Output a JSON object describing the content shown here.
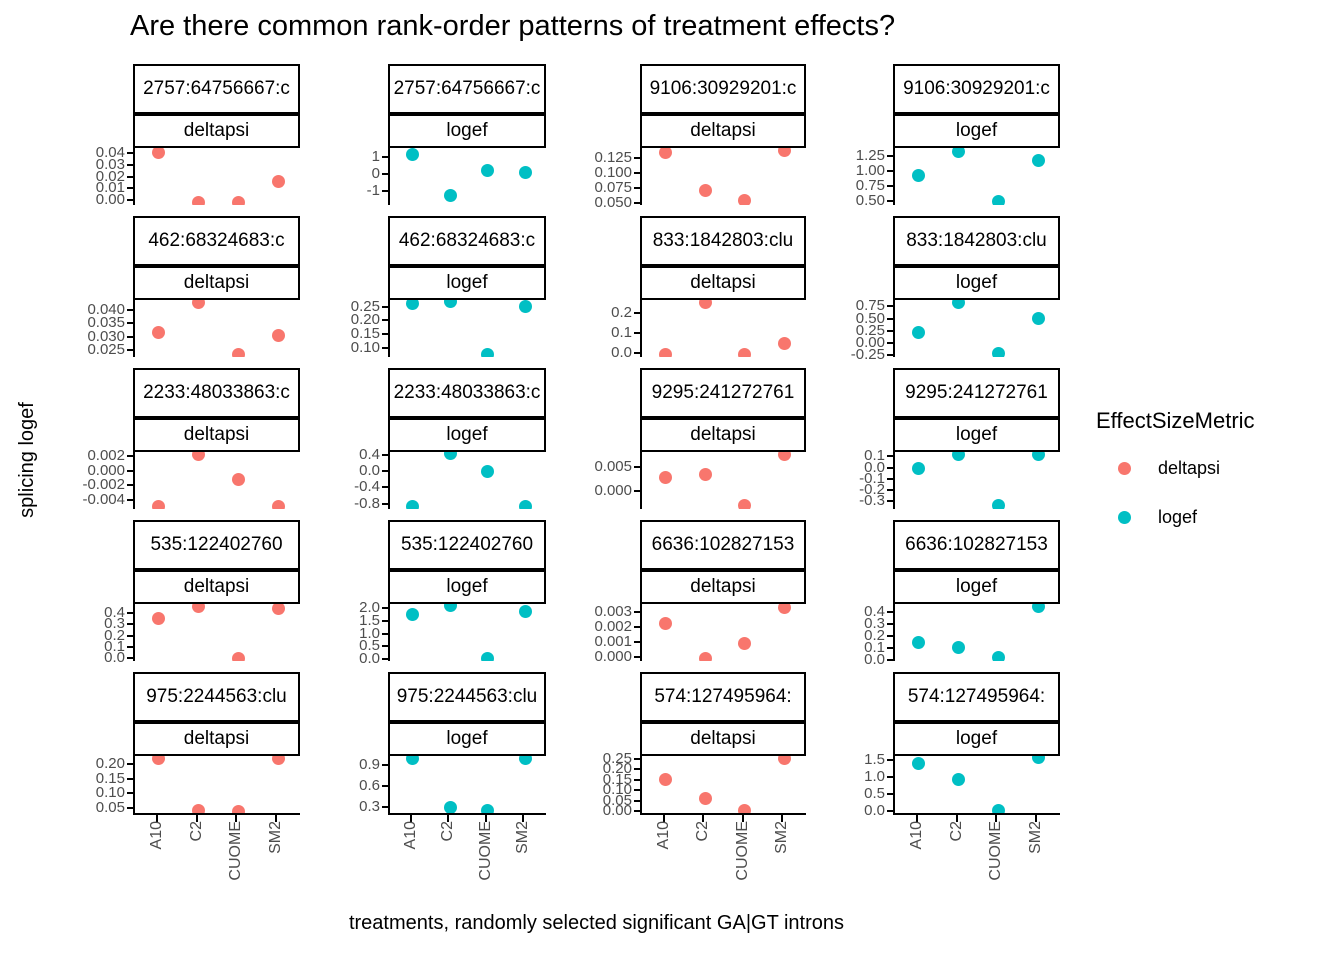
{
  "title": "Are there common rank-order patterns of treatment effects?",
  "axes": {
    "x_title": "treatments, randomly selected significant GA|GT introns",
    "y_title": "splicing logef",
    "x_tick_labels": [
      "A10",
      "C2",
      "CUOME",
      "SM2"
    ]
  },
  "legend": {
    "title": "EffectSizeMetric",
    "items": [
      {
        "label": "deltapsi",
        "color": "#F8766D"
      },
      {
        "label": "logef",
        "color": "#00BFC4"
      }
    ]
  },
  "colors": {
    "deltapsi": "#F8766D",
    "logef": "#00BFC4",
    "axis_text": "#4D4D4D",
    "axis_line": "#000000"
  },
  "chart_data": {
    "type": "scatter",
    "title": "Are there common rank-order patterns of treatment effects?",
    "xlabel": "treatments, randomly selected significant GA|GT introns",
    "ylabel": "splicing logef",
    "legend_title": "EffectSizeMetric",
    "legend_position": "right",
    "grid": false,
    "facet_layout": {
      "rows": 5,
      "cols": 4
    },
    "x_categories": [
      "A10",
      "C2",
      "CUOME",
      "SM2"
    ],
    "series_colors": {
      "deltapsi": "#F8766D",
      "logef": "#00BFC4"
    },
    "facets": [
      {
        "intron": "2757:64756667:c",
        "metric": "deltapsi",
        "ytick_labels": [
          "0.04",
          "0.03",
          "0.02",
          "0.01",
          "0.00"
        ],
        "ylim": [
          -0.004,
          0.044
        ],
        "values": [
          0.0405,
          -0.002,
          -0.002,
          0.016
        ]
      },
      {
        "intron": "2757:64756667:c",
        "metric": "logef",
        "ytick_labels": [
          "1",
          "0",
          "-1"
        ],
        "ylim": [
          -1.8,
          1.5
        ],
        "values": [
          1.1,
          -1.25,
          0.18,
          0.06
        ]
      },
      {
        "intron": "9106:30929201:c",
        "metric": "deltapsi",
        "ytick_labels": [
          "0.125",
          "0.100",
          "0.075",
          "0.050"
        ],
        "ylim": [
          0.046,
          0.142
        ],
        "values": [
          0.135,
          0.071,
          0.054,
          0.137
        ]
      },
      {
        "intron": "9106:30929201:c",
        "metric": "logef",
        "ytick_labels": [
          "1.25",
          "1.00",
          "0.75",
          "0.50"
        ],
        "ylim": [
          0.44,
          1.38
        ],
        "values": [
          0.93,
          1.33,
          0.49,
          1.17
        ]
      },
      {
        "intron": "462:68324683:c",
        "metric": "deltapsi",
        "ytick_labels": [
          "0.040",
          "0.035",
          "0.030",
          "0.025"
        ],
        "ylim": [
          0.0225,
          0.0435
        ],
        "values": [
          0.0315,
          0.0425,
          0.0235,
          0.0305
        ]
      },
      {
        "intron": "462:68324683:c",
        "metric": "logef",
        "ytick_labels": [
          "0.25",
          "0.20",
          "0.15",
          "0.10"
        ],
        "ylim": [
          0.065,
          0.275
        ],
        "values": [
          0.262,
          0.268,
          0.073,
          0.252
        ]
      },
      {
        "intron": "833:1842803:clu",
        "metric": "deltapsi",
        "ytick_labels": [
          "0.2",
          "0.1",
          "0.0"
        ],
        "ylim": [
          -0.02,
          0.265
        ],
        "values": [
          -0.008,
          0.255,
          -0.008,
          0.05
        ]
      },
      {
        "intron": "833:1842803:clu",
        "metric": "logef",
        "ytick_labels": [
          "0.75",
          "0.50",
          "0.25",
          "0.00",
          "-0.25"
        ],
        "ylim": [
          -0.29,
          0.88
        ],
        "values": [
          0.21,
          0.83,
          -0.21,
          0.5
        ]
      },
      {
        "intron": "2233:48033863:c",
        "metric": "deltapsi",
        "ytick_labels": [
          "0.002",
          "0.000",
          "-0.002",
          "-0.004"
        ],
        "ylim": [
          -0.0052,
          0.0025
        ],
        "values": [
          -0.0049,
          0.0022,
          -0.0012,
          -0.0049
        ]
      },
      {
        "intron": "2233:48033863:c",
        "metric": "logef",
        "ytick_labels": [
          "0.4",
          "0.0",
          "-0.4",
          "-0.8"
        ],
        "ylim": [
          -0.93,
          0.47
        ],
        "values": [
          -0.87,
          0.43,
          -0.02,
          -0.87
        ]
      },
      {
        "intron": "9295:241272761",
        "metric": "deltapsi",
        "ytick_labels": [
          "0.005",
          "0.000"
        ],
        "ylim": [
          -0.0038,
          0.0082
        ],
        "values": [
          0.0029,
          0.0035,
          -0.0031,
          0.0076
        ]
      },
      {
        "intron": "9295:241272761",
        "metric": "logef",
        "ytick_labels": [
          "0.1",
          "0.0",
          "-0.1",
          "-0.2",
          "-0.3"
        ],
        "ylim": [
          -0.37,
          0.14
        ],
        "values": [
          -0.01,
          0.12,
          -0.335,
          0.12
        ]
      },
      {
        "intron": "535:122402760",
        "metric": "deltapsi",
        "ytick_labels": [
          "0.4",
          "0.3",
          "0.2",
          "0.1",
          "0.0"
        ],
        "ylim": [
          -0.025,
          0.48
        ],
        "values": [
          0.35,
          0.46,
          0.0,
          0.44
        ]
      },
      {
        "intron": "535:122402760",
        "metric": "logef",
        "ytick_labels": [
          "2.0",
          "1.5",
          "1.0",
          "0.5",
          "0.0"
        ],
        "ylim": [
          -0.07,
          2.16
        ],
        "values": [
          1.75,
          2.1,
          0.03,
          1.85
        ]
      },
      {
        "intron": "6636:102827153",
        "metric": "deltapsi",
        "ytick_labels": [
          "0.003",
          "0.002",
          "0.001",
          "0.000"
        ],
        "ylim": [
          -0.0003,
          0.0035
        ],
        "values": [
          0.0022,
          -0.0001,
          0.0009,
          0.0033
        ]
      },
      {
        "intron": "6636:102827153",
        "metric": "logef",
        "ytick_labels": [
          "0.4",
          "0.3",
          "0.2",
          "0.1",
          "0.0"
        ],
        "ylim": [
          -0.01,
          0.47
        ],
        "values": [
          0.15,
          0.1,
          0.02,
          0.45
        ]
      },
      {
        "intron": "975:2244563:clu",
        "metric": "deltapsi",
        "ytick_labels": [
          "0.20",
          "0.15",
          "0.10",
          "0.05"
        ],
        "ylim": [
          0.033,
          0.228
        ],
        "values": [
          0.218,
          0.042,
          0.038,
          0.218
        ]
      },
      {
        "intron": "975:2244563:clu",
        "metric": "logef",
        "ytick_labels": [
          "0.9",
          "0.6",
          "0.3"
        ],
        "ylim": [
          0.22,
          1.02
        ],
        "values": [
          0.98,
          0.3,
          0.26,
          0.98
        ]
      },
      {
        "intron": "574:127495964:",
        "metric": "deltapsi",
        "ytick_labels": [
          "0.25",
          "0.20",
          "0.15",
          "0.10",
          "0.05",
          "0.00"
        ],
        "ylim": [
          -0.01,
          0.265
        ],
        "values": [
          0.15,
          0.06,
          0.003,
          0.255
        ]
      },
      {
        "intron": "574:127495964:",
        "metric": "logef",
        "ytick_labels": [
          "1.5",
          "1.0",
          "0.5",
          "0.0"
        ],
        "ylim": [
          -0.05,
          1.63
        ],
        "values": [
          1.42,
          0.95,
          0.03,
          1.58
        ]
      }
    ]
  }
}
